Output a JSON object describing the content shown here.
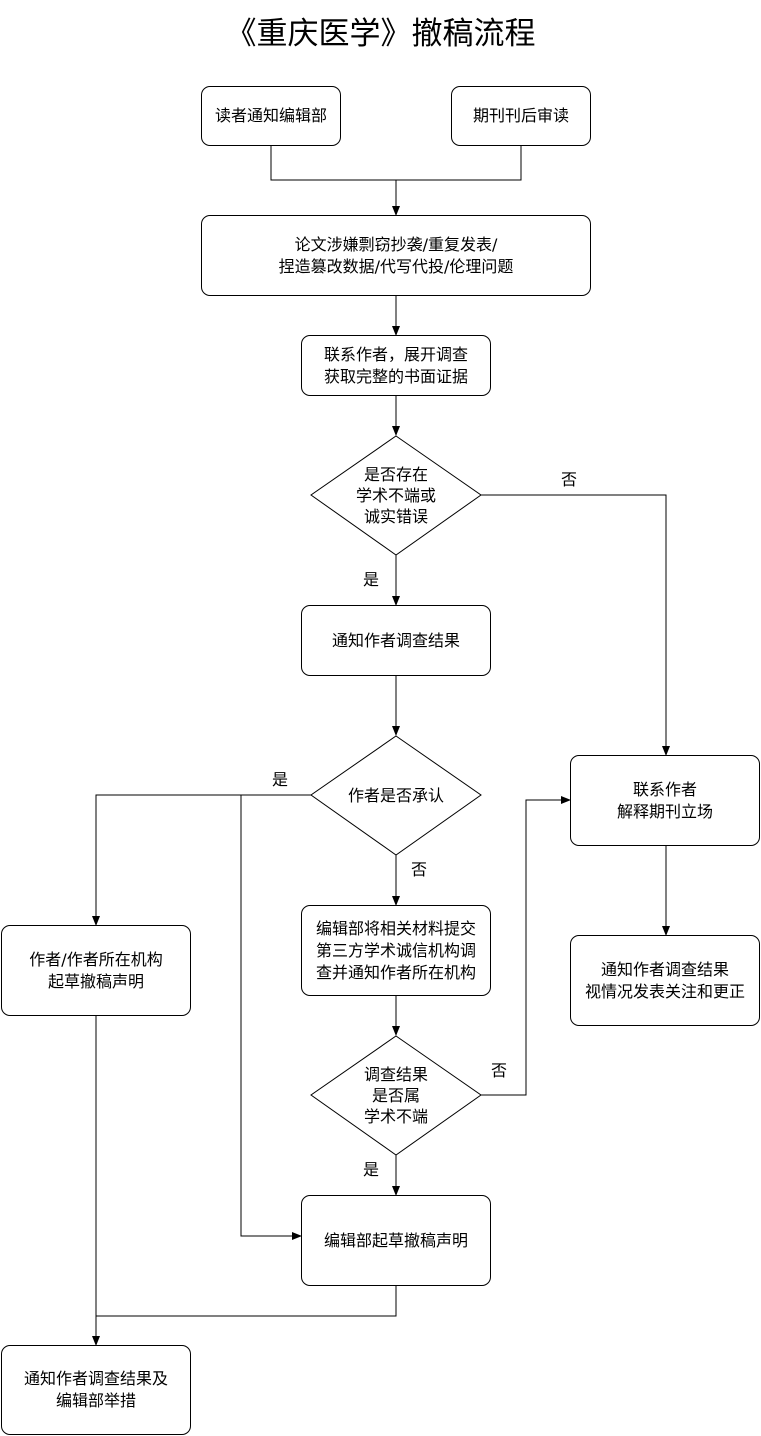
{
  "title": "《重庆医学》撤稿流程",
  "nodes": {
    "reader_notice": {
      "lines": [
        "读者通知编辑部"
      ]
    },
    "post_review": {
      "lines": [
        "期刊刊后审读"
      ]
    },
    "issue": {
      "lines": [
        "论文涉嫌剽窃抄袭/重复发表/",
        "捏造篡改数据/代写代投/伦理问题"
      ]
    },
    "contact_author": {
      "lines": [
        "联系作者，展开调查",
        "获取完整的书面证据"
      ]
    },
    "misconduct_check": {
      "lines": [
        "是否存在",
        "学术不端或",
        "诚实错误"
      ]
    },
    "notify_result": {
      "lines": [
        "通知作者调查结果"
      ]
    },
    "author_admit": {
      "lines": [
        "作者是否承认"
      ]
    },
    "third_party": {
      "lines": [
        "编辑部将相关材料提交",
        "第三方学术诚信机构调",
        "查并通知作者所在机构"
      ]
    },
    "is_misconduct": {
      "lines": [
        "调查结果",
        "是否属",
        "学术不端"
      ]
    },
    "editor_draft": {
      "lines": [
        "编辑部起草撤稿声明"
      ]
    },
    "author_draft": {
      "lines": [
        "作者/作者所在机构",
        "起草撤稿声明"
      ]
    },
    "final_notice": {
      "lines": [
        "通知作者调查结果及",
        "编辑部举措"
      ]
    },
    "explain_position": {
      "lines": [
        "联系作者",
        "解释期刊立场"
      ]
    },
    "publish_correction": {
      "lines": [
        "通知作者调查结果",
        "视情况发表关注和更正"
      ]
    }
  },
  "edge_labels": {
    "misconduct_no": "否",
    "misconduct_yes": "是",
    "admit_yes": "是",
    "admit_no": "否",
    "result_no": "否",
    "result_yes": "是"
  }
}
